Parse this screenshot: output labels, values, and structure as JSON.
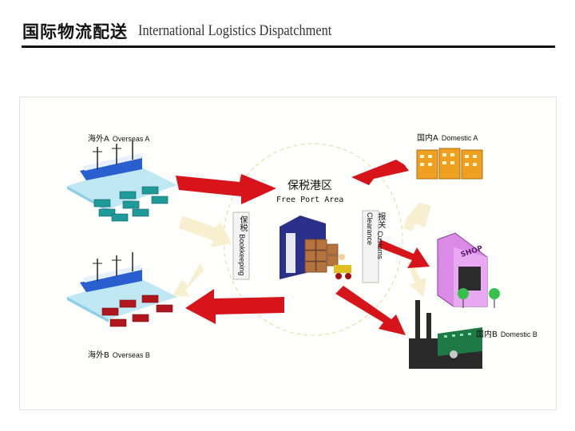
{
  "title": {
    "zh": "国际物流配送",
    "en": "International Logistics Dispatchment"
  },
  "diagram": {
    "overseas_a": {
      "zh": "海外A",
      "en": "Overseas A"
    },
    "overseas_b": {
      "zh": "海外B",
      "en": "Overseas B"
    },
    "domestic_a": {
      "zh": "国内A",
      "en": "Domestic A"
    },
    "domestic_b": {
      "zh": "国内B",
      "en": "Domestic B"
    },
    "free_port": {
      "zh": "保税港区",
      "en": "Free Port Area"
    },
    "bookkeeping": {
      "zh": "保税",
      "en": "Bookkeeping"
    },
    "customs": {
      "zh": "报关",
      "en": "Customs Clearance"
    },
    "shop_sign": "SHOP"
  },
  "colors": {
    "arrow_red": "#d8141b",
    "ghost_arrow": "#f6ecc4",
    "water": "#bfe7f4",
    "ship_blue": "#2a5fd0",
    "container_teal": "#1f9a9a",
    "container_red": "#b0161c",
    "building_orange": "#f0a020",
    "shop_pink": "#d98be6",
    "factory_green": "#1e7a45",
    "warehouse_blue": "#2a2f8a",
    "crate_brown": "#b7733e"
  }
}
